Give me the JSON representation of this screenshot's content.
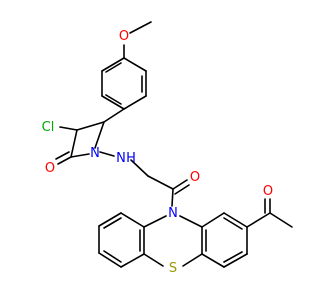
{
  "colors": {
    "background": "#ffffff",
    "bond": "#000000",
    "oxygen": "#ff0000",
    "nitrogen": "#0000ff",
    "chlorine": "#00aa00",
    "sulfur": "#999900"
  },
  "atoms": {
    "methoxy_o": "O",
    "chlorine": "Cl",
    "lactam_n": "N",
    "lactam_o": "O",
    "amine_n": "N",
    "amine_h": "H",
    "acyl_o": "O",
    "ring_n": "N",
    "acetyl_o": "O",
    "ring_s": "S"
  }
}
